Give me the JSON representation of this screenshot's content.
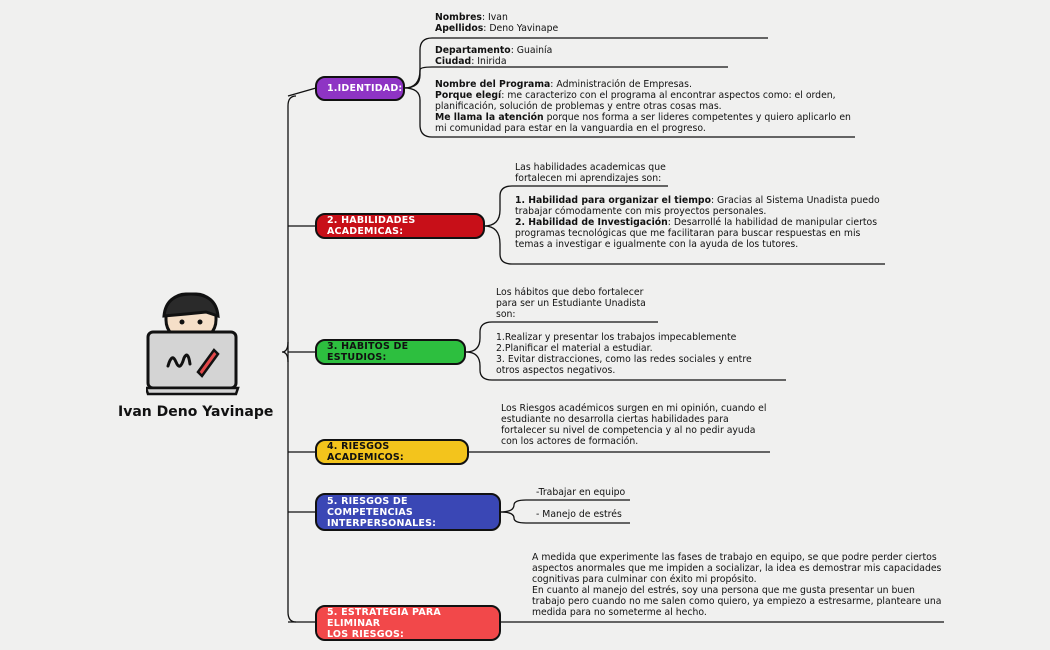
{
  "central": {
    "name": "Ivan Deno Yavinape"
  },
  "colors": {
    "identidad": "#8e34c4",
    "habilidades": "#c80f18",
    "habitos": "#2dbf3f",
    "riesgos": "#f3c41c",
    "competencias": "#3a47b5",
    "estrategia": "#f2484a"
  },
  "branches": {
    "identidad": {
      "label": "1.IDENTIDAD:",
      "nombres_k": "Nombres",
      "nombres_v": ": Ivan",
      "apellidos_k": "Apellidos",
      "apellidos_v": ": Deno Yavinape",
      "departamento_k": "Departamento",
      "departamento_v": ": Guainía",
      "ciudad_k": "Ciudad",
      "ciudad_v": ": Inirida",
      "programa_k": "Nombre del Programa",
      "programa_v": ": Administración de Empresas.",
      "porque_k": "Porque elegí",
      "porque_v": ": me caracterizo con el programa al encontrar aspectos como: el orden,",
      "porque_l2": "planificación, solución de problemas y entre otras cosas mas.",
      "llama_k": "Me llama la atención",
      "llama_v": " porque nos forma a ser lideres competentes y quiero aplicarlo en",
      "llama_l2": "mi comunidad para estar en la vanguardia en el progreso."
    },
    "habilidades": {
      "label": "2. HABILIDADES ACADEMICAS:",
      "intro_l1": "Las habilidades academicas que",
      "intro_l2": "fortalecen mi aprendizajes son:",
      "h1_k": "1. Habilidad para organizar el tiempo",
      "h1_v": ": Gracias al Sistema Unadista puedo",
      "h1_l2": "trabajar cómodamente con mis proyectos personales.",
      "h2_k": "2. Habilidad de Investigación",
      "h2_v": ": Desarrollé la habilidad de manipular ciertos",
      "h2_l2": "programas tecnológicas que me facilitaran para buscar respuestas en mis",
      "h2_l3": "temas a investigar e igualmente con la ayuda de los tutores."
    },
    "habitos": {
      "label": "3. HABITOS DE ESTUDIOS:",
      "intro_l1": "Los hábitos que debo fortalecer",
      "intro_l2": "para ser un Estudiante Unadista",
      "intro_l3": "son:",
      "i1": "1.Realizar y presentar los trabajos impecablemente",
      "i2": "2.Planificar el material  a estudiar.",
      "i3": "3. Evitar distracciones, como las redes sociales y entre",
      "i3_l2": "otros aspectos negativos."
    },
    "riesgos": {
      "label": "4. RIESGOS ACADEMICOS:",
      "l1": "Los Riesgos académicos surgen en mi opinión, cuando el",
      "l2": "estudiante no desarrolla ciertas habilidades para",
      "l3": "fortalecer su nivel de competencia y al  no pedir ayuda",
      "l4": "con los actores de formación."
    },
    "competencias": {
      "label_l1": "5. RIESGOS DE COMPETENCIAS",
      "label_l2": "INTERPERSONALES:",
      "c1": "-Trabajar en equipo",
      "c2": "- Manejo de estrés"
    },
    "estrategia": {
      "label_l1": "5. ESTRATEGIA PARA ELIMINAR",
      "label_l2": "LOS RIESGOS:",
      "l1": "A medida que experimente las fases de trabajo en equipo, se que podre perder ciertos",
      "l2": "aspectos anormales que me impiden a socializar, la idea es demostrar mis capacidades",
      "l3": "cognitivas para culminar con éxito mi propósito.",
      "l4": "En cuanto al manejo del estrés, soy una persona que me gusta presentar un buen",
      "l5": "trabajo pero cuando no me salen como quiero, ya empiezo a estresarme, planteare una",
      "l6": "medida para no someterme al hecho."
    }
  }
}
